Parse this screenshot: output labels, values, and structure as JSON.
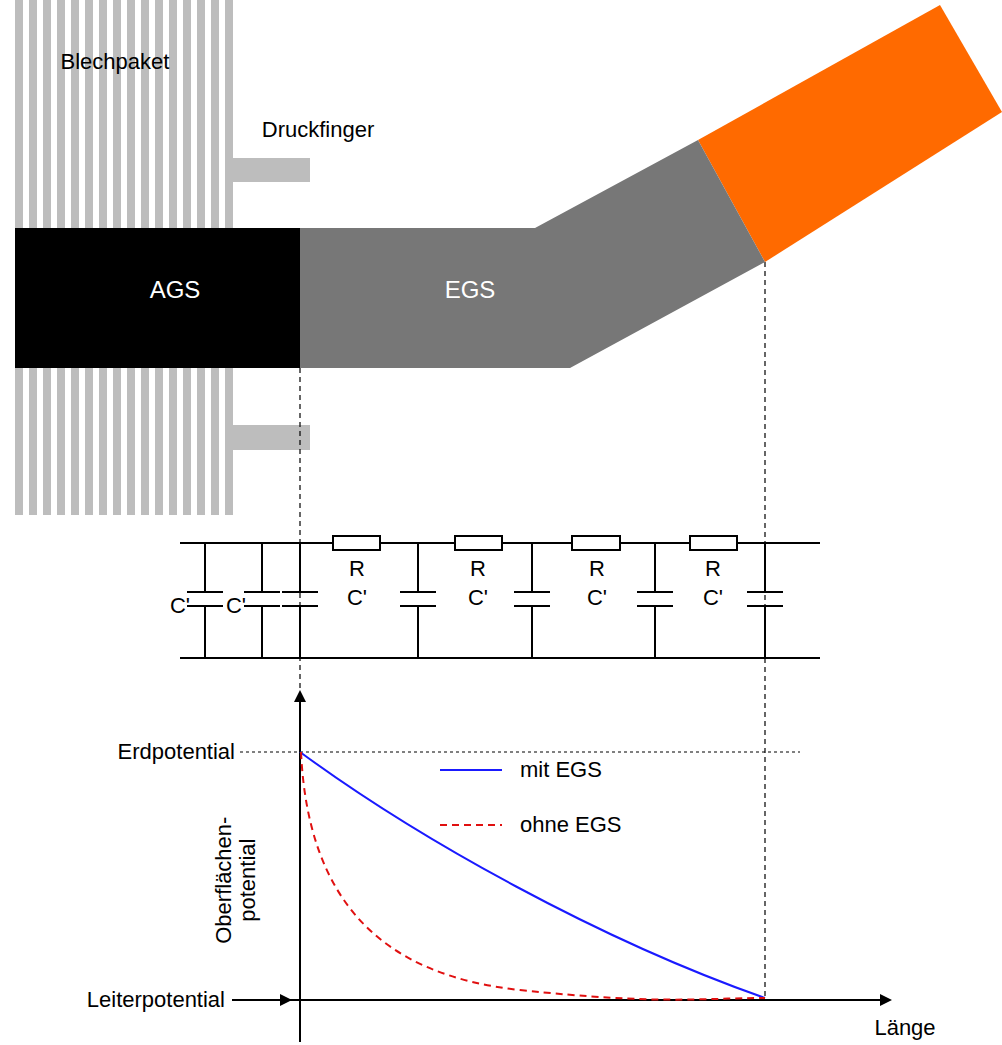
{
  "diagram": {
    "nodes": [
      {
        "text": [
          "AGS"
        ]
      },
      {
        "text": [
          "EGS"
        ]
      }
    ],
    "labels": [
      "Blechpaket",
      "Druckfinger",
      "C'",
      "C'",
      "R",
      "C'",
      "R",
      "C'",
      "R",
      "C'",
      "R",
      "C'",
      "Erdpotential",
      "Oberflächen- potential",
      "Leiterpotential",
      "Länge"
    ],
    "legend": [
      {
        "text": "mit EGS"
      },
      {
        "text": "ohne EGS"
      }
    ]
  }
}
